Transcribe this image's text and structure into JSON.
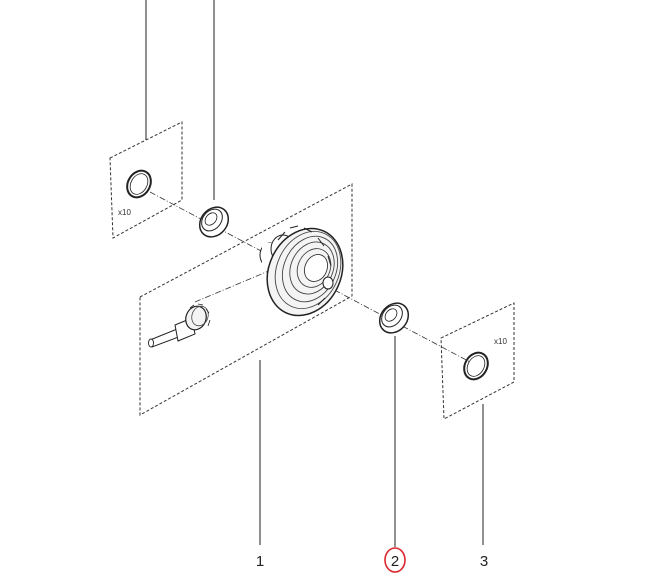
{
  "diagram": {
    "callouts": [
      {
        "number": "1",
        "highlighted": false
      },
      {
        "number": "2",
        "highlighted": true
      },
      {
        "number": "3",
        "highlighted": false
      }
    ],
    "quantity_labels": {
      "left_o_ring": "x10",
      "right_o_ring": "x10"
    },
    "colors": {
      "line": "#222222",
      "highlight": "#d9262c"
    }
  }
}
